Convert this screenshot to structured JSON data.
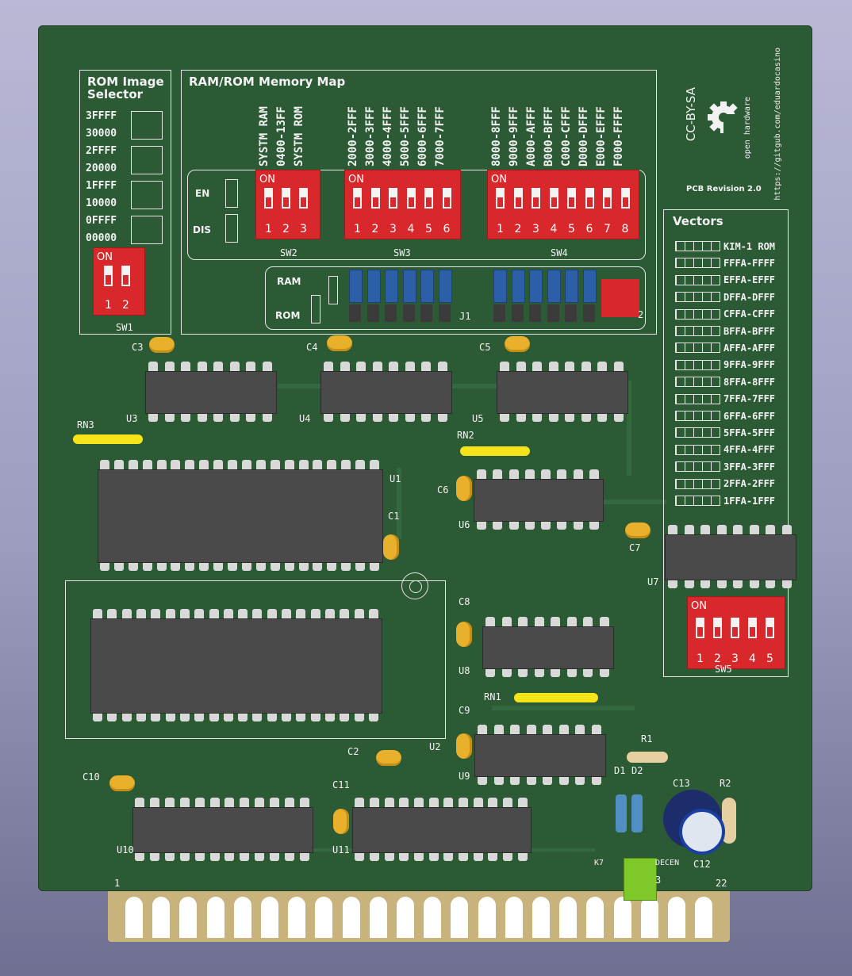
{
  "board": {
    "license": "CC-BY-SA",
    "oshw_text": "open hardware",
    "url": "https://gitgub.com/eduardocasino",
    "revision": "PCB Revision 2.0"
  },
  "rom_selector": {
    "title_line1": "ROM Image",
    "title_line2": "Selector",
    "rows": [
      {
        "top": "3FFFF",
        "bottom": "30000"
      },
      {
        "top": "2FFFF",
        "bottom": "20000"
      },
      {
        "top": "1FFFF",
        "bottom": "10000"
      },
      {
        "top": "0FFFF",
        "bottom": "00000"
      }
    ],
    "sw1": {
      "on": "ON",
      "nums": [
        "1",
        "2"
      ],
      "ref": "SW1"
    }
  },
  "memory_map": {
    "title": "RAM/ROM Memory Map",
    "sw2_labels": [
      "SYSTM RAM",
      "0400-13FF",
      "SYSTM ROM"
    ],
    "sw3_labels": [
      "2000-2FFF",
      "3000-3FFF",
      "4000-4FFF",
      "5000-5FFF",
      "6000-6FFF",
      "7000-7FFF"
    ],
    "sw4_labels": [
      "8000-8FFF",
      "9000-9FFF",
      "A000-AFFF",
      "B000-BFFF",
      "C000-CFFF",
      "D000-DFFF",
      "E000-EFFF",
      "F000-FFFF"
    ],
    "en": "EN",
    "dis": "DIS",
    "on": "ON",
    "sw2": {
      "ref": "SW2",
      "nums": [
        "1",
        "2",
        "3"
      ]
    },
    "sw3": {
      "ref": "SW3",
      "nums": [
        "1",
        "2",
        "3",
        "4",
        "5",
        "6"
      ]
    },
    "sw4": {
      "ref": "SW4",
      "nums": [
        "1",
        "2",
        "3",
        "4",
        "5",
        "6",
        "7",
        "8"
      ]
    },
    "ram": "RAM",
    "rom": "ROM",
    "j1": "J1",
    "j2": "2"
  },
  "vectors": {
    "title": "Vectors",
    "rows": [
      "KIM-1 ROM",
      "FFFA-FFFF",
      "EFFA-EFFF",
      "DFFA-DFFF",
      "CFFA-CFFF",
      "BFFA-BFFF",
      "AFFA-AFFF",
      "9FFA-9FFF",
      "8FFA-8FFF",
      "7FFA-7FFF",
      "6FFA-6FFF",
      "5FFA-5FFF",
      "4FFA-4FFF",
      "3FFA-3FFF",
      "2FFA-2FFF",
      "1FFA-1FFF"
    ],
    "sw5": {
      "on": "ON",
      "nums": [
        "1",
        "2",
        "3",
        "4",
        "5"
      ],
      "ref": "SW5"
    }
  },
  "refs": {
    "c1": "C1",
    "c2": "C2",
    "c3": "C3",
    "c4": "C4",
    "c5": "C5",
    "c6": "C6",
    "c7": "C7",
    "c8": "C8",
    "c9": "C9",
    "c10": "C10",
    "c11": "C11",
    "c12": "C12",
    "c13": "C13",
    "u1": "U1",
    "u2": "U2",
    "u3": "U3",
    "u4": "U4",
    "u5": "U5",
    "u6": "U6",
    "u7": "U7",
    "u8": "U8",
    "u9": "U9",
    "u10": "U10",
    "u11": "U11",
    "rn1": "RN1",
    "rn2": "RN2",
    "rn3": "RN3",
    "r1": "R1",
    "r2": "R2",
    "d1": "D1",
    "d2": "D2",
    "k7": "K7",
    "j3": "3",
    "decen": "DECEN"
  },
  "edge": {
    "pin_first": "1",
    "pin_last": "22"
  },
  "colors": {
    "pcb": "#2c5a35",
    "silk": "#f2f2f2",
    "dip": "#d8282b",
    "jumper_blue": "#2d5fa8",
    "gold_cap": "#e9b02c"
  }
}
